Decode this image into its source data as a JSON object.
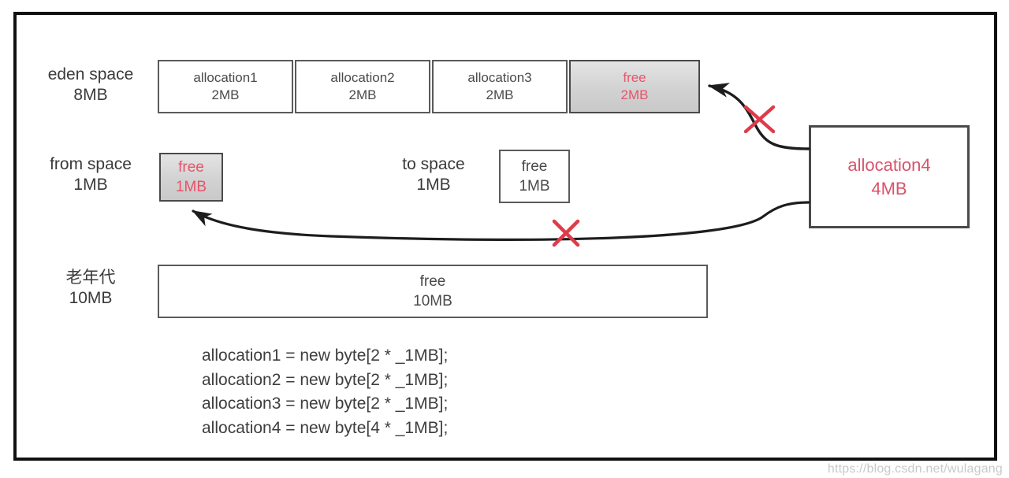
{
  "figure": {
    "title": "JVM heap allocation failure diagram",
    "watermark": "https://blog.csdn.net/wulagang",
    "colors": {
      "free_red": "#e8536b",
      "alloc4_red": "#d9536a",
      "x_mark_red": "#e03b4a",
      "box_border": "#5a5a5a",
      "frame_border": "#111111",
      "shaded_fill": "#d2d2d2",
      "text_gray": "#4a4a4a"
    }
  },
  "rows": {
    "eden": {
      "label_line1": "eden space",
      "label_line2": "8MB",
      "cells": [
        {
          "name": "allocation1",
          "size": "2MB",
          "state": "used"
        },
        {
          "name": "allocation2",
          "size": "2MB",
          "state": "used"
        },
        {
          "name": "allocation3",
          "size": "2MB",
          "state": "used"
        },
        {
          "name": "free",
          "size": "2MB",
          "state": "free-highlighted"
        }
      ]
    },
    "from_space": {
      "label_line1": "from space",
      "label_line2": "1MB",
      "cell": {
        "name": "free",
        "size": "1MB",
        "state": "free-highlighted"
      }
    },
    "to_space": {
      "label_line1": "to space",
      "label_line2": "1MB",
      "cell": {
        "name": "free",
        "size": "1MB",
        "state": "free"
      }
    },
    "old_gen": {
      "label_line1": "老年代",
      "label_line2": "10MB",
      "cell": {
        "name": "free",
        "size": "10MB",
        "state": "free"
      }
    }
  },
  "request": {
    "name": "allocation4",
    "size": "4MB"
  },
  "annotations": {
    "arrow_to_eden": {
      "icon": "curved-arrow-icon",
      "blocked": true,
      "marker": "x-mark-icon"
    },
    "arrow_to_from_space": {
      "icon": "curved-arrow-icon",
      "blocked": true,
      "marker": "x-mark-icon"
    }
  },
  "code": {
    "lines": [
      "allocation1 = new byte[2 * _1MB];",
      "allocation2 = new byte[2 * _1MB];",
      "allocation3 = new byte[2 * _1MB];",
      "allocation4 = new byte[4 * _1MB];"
    ]
  }
}
